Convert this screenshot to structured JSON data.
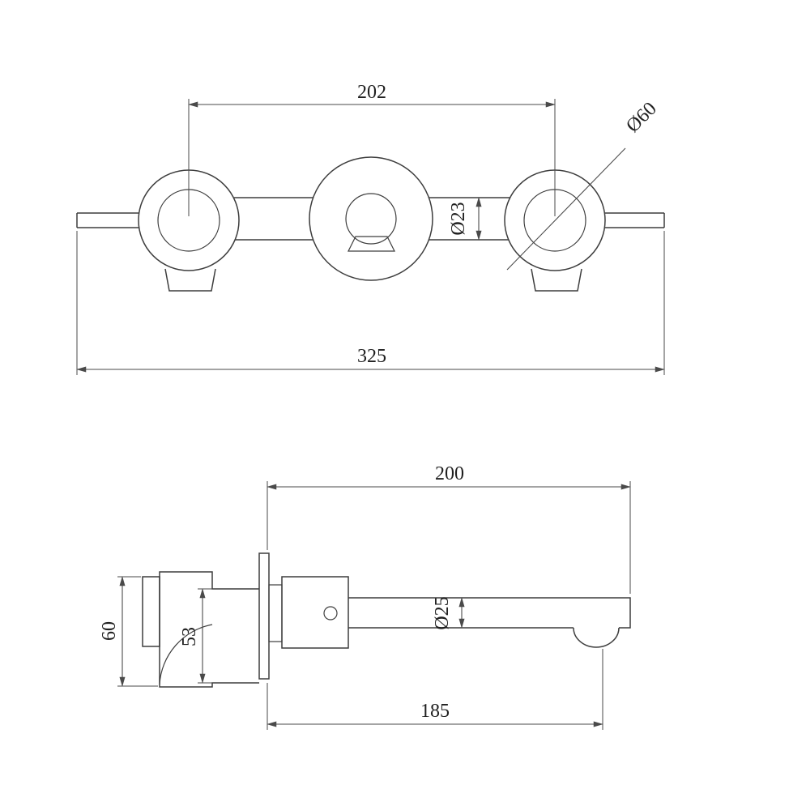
{
  "colors": {
    "background": "#ffffff",
    "line": "#3d3d3d",
    "dimension_line": "#4a4a4a",
    "text": "#1f1f1f"
  },
  "views": {
    "top": {
      "label_202": "202",
      "label_d60": "Ø60",
      "label_d23": "Ø23",
      "label_325": "325"
    },
    "side": {
      "label_200": "200",
      "label_d25": "Ø25",
      "label_60": "60",
      "label_53": "53",
      "label_185": "185"
    }
  }
}
